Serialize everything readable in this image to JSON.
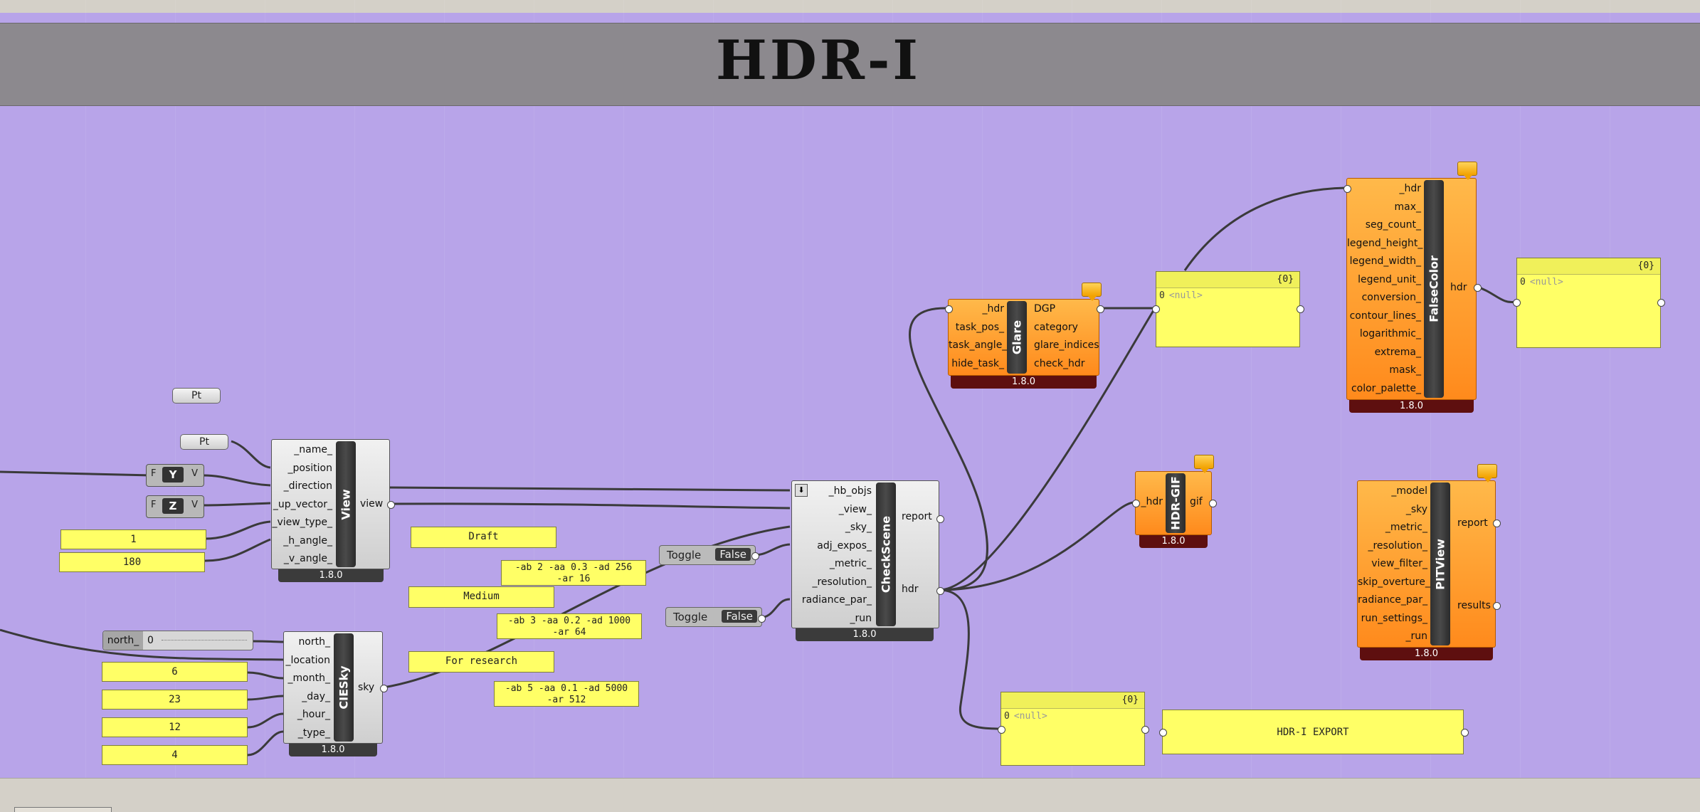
{
  "header": {
    "title": "HDR-I"
  },
  "params": {
    "pt1": "Pt",
    "pt2": "Pt"
  },
  "vectors": {
    "y": {
      "f": "F",
      "axis": "Y",
      "v": "V"
    },
    "z": {
      "f": "F",
      "axis": "Z",
      "v": "V"
    }
  },
  "numbers": {
    "h_angle": "1",
    "v_angle": "180",
    "month": "6",
    "day": "23",
    "hour": "12",
    "type": "4"
  },
  "slider": {
    "name": "north_",
    "value": "0"
  },
  "view": {
    "title": "View",
    "inputs": [
      "_name_",
      "_position",
      "_direction",
      "_up_vector_",
      "_view_type_",
      "_h_angle_",
      "_v_angle_"
    ],
    "outputs": [
      "view"
    ],
    "version": "1.8.0"
  },
  "ciesky": {
    "title": "CIESky",
    "inputs": [
      "north_",
      "_location",
      "_month_",
      "_day_",
      "_hour_",
      "_type_"
    ],
    "outputs": [
      "sky"
    ],
    "version": "1.8.0"
  },
  "quality": {
    "draft": "Draft",
    "draft_params": "-ab 2 -aa 0.3 -ad 256\n-ar 16",
    "medium": "Medium",
    "medium_params": "-ab 3 -aa 0.2 -ad 1000\n-ar 64",
    "research": "For research",
    "research_params": "-ab 5 -aa 0.1 -ad 5000\n-ar 512"
  },
  "toggles": [
    {
      "label": "Toggle",
      "value": "False"
    },
    {
      "label": "Toggle",
      "value": "False"
    }
  ],
  "checkscene": {
    "title": "CheckScene",
    "inputs": [
      "_hb_objs",
      "_view_",
      "_sky_",
      "adj_expos_",
      "_metric_",
      "_resolution_",
      "radiance_par_",
      "_run"
    ],
    "outputs": [
      "report",
      "hdr"
    ],
    "version": "1.8.0"
  },
  "glare": {
    "title": "Glare",
    "inputs": [
      "_hdr",
      "task_pos_",
      "task_angle_",
      "hide_task_"
    ],
    "outputs": [
      "DGP",
      "category",
      "glare_indices",
      "check_hdr"
    ],
    "version": "1.8.0"
  },
  "hdrgif": {
    "title": "HDR-GIF",
    "inputs": [
      "_hdr"
    ],
    "outputs": [
      "gif"
    ],
    "version": "1.8.0"
  },
  "falsecolor": {
    "title": "FalseColor",
    "inputs": [
      "_hdr",
      "max_",
      "seg_count_",
      "legend_height_",
      "legend_width_",
      "legend_unit_",
      "conversion_",
      "contour_lines_",
      "logarithmic_",
      "extrema_",
      "mask_",
      "color_palette_"
    ],
    "outputs": [
      "hdr"
    ],
    "version": "1.8.0"
  },
  "pitview": {
    "title": "PITView",
    "inputs": [
      "_model",
      "_sky",
      "_metric_",
      "_resolution_",
      "view_filter_",
      "skip_overture_",
      "radiance_par_",
      "run_settings_",
      "_run"
    ],
    "outputs": [
      "report",
      "results"
    ],
    "version": "1.8.0"
  },
  "panels": {
    "glare_out": {
      "path": "{0}",
      "index": "0",
      "value": "<null>"
    },
    "falsecolor_out": {
      "path": "{0}",
      "index": "0",
      "value": "<null>"
    },
    "export_out": {
      "path": "{0}",
      "index": "0",
      "value": "<null>"
    },
    "export_label": "HDR-I EXPORT"
  }
}
